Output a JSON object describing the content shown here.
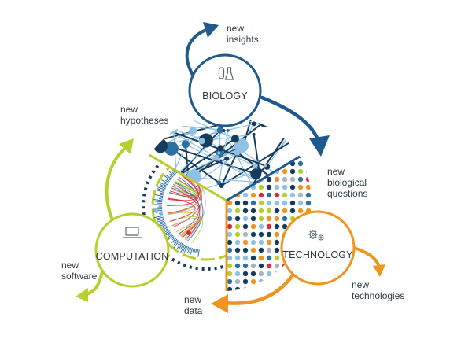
{
  "colors": {
    "biology": "#1f5a8c",
    "technology": "#ef941f",
    "computation": "#b7cf2c",
    "dark_navy": "#163c5d",
    "mid_blue": "#2e6fa4",
    "light_blue": "#8fc0e6",
    "red": "#d82b3b",
    "grey_dot": "#a9b6c1"
  },
  "nodes": {
    "biology": {
      "title": "BIOLOGY",
      "icon": "lab-flask-icon"
    },
    "technology": {
      "title": "TECHNOLOGY",
      "icon": "gears-icon"
    },
    "computation": {
      "title": "COMPUTATION",
      "icon": "laptop-icon"
    }
  },
  "labels": {
    "new_insights": [
      "new",
      "insights"
    ],
    "new_hypotheses": [
      "new",
      "hypotheses"
    ],
    "new_biological_questions": [
      "new",
      "biological",
      "questions"
    ],
    "new_software": [
      "new",
      "software"
    ],
    "new_technologies": [
      "new",
      "technologies"
    ],
    "new_data": [
      "new",
      "data"
    ]
  }
}
